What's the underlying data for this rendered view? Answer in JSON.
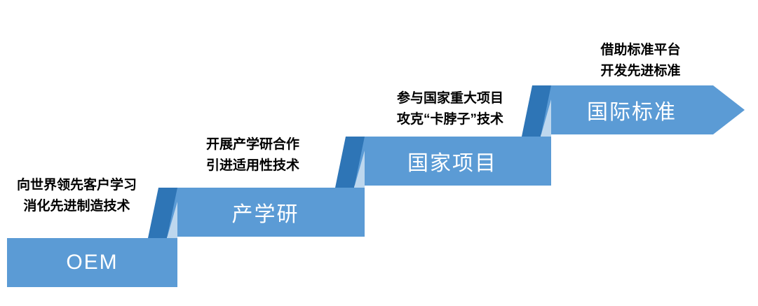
{
  "diagram": {
    "type": "staircase-process",
    "background": "#ffffff",
    "colors": {
      "bar": "#5B9BD5",
      "fold_dark": "#2E75B6",
      "fold_light": "#BDD7EE",
      "bar_text": "#ffffff",
      "note_text": "#000000"
    },
    "steps": [
      {
        "label": "OEM",
        "note_line1": "向世界领先客户学习",
        "note_line2": "消化先进制造技术"
      },
      {
        "label": "产学研",
        "note_line1": "开展产学研合作",
        "note_line2": "引进适用性技术"
      },
      {
        "label": "国家项目",
        "note_line1": "参与国家重大项目",
        "note_line2": "攻克“卡脖子”技术"
      },
      {
        "label": "国际标准",
        "note_line1": "借助标准平台",
        "note_line2": "开发先进标准"
      }
    ]
  }
}
